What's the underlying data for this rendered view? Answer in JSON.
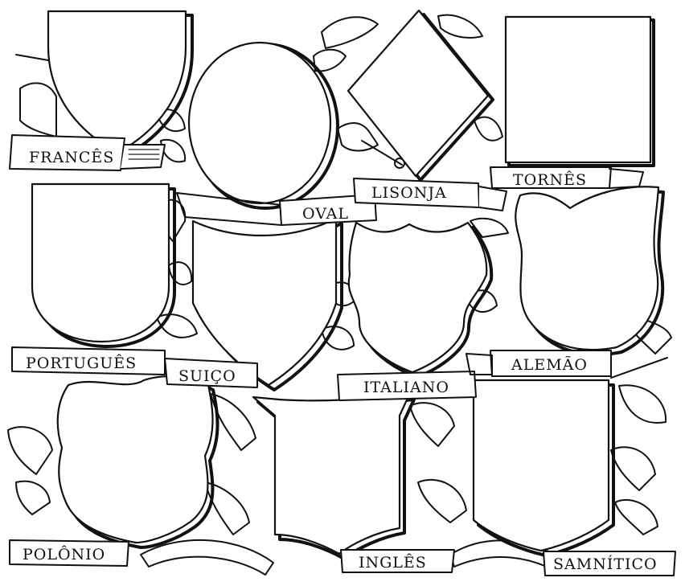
{
  "labels": {
    "frances": "FRANCÊS",
    "oval": "OVAL",
    "lisonja": "LISONJA",
    "tornes": "TORNÊS",
    "portugues": "PORTUGUÊS",
    "suico": "SUIÇO",
    "italiano": "ITALIANO",
    "alemao": "ALEMÃO",
    "polonio": "POLÔNIO",
    "ingles": "INGLÊS",
    "samnitico": "SAMNÍTICO"
  },
  "colors": {
    "ink": "#111111",
    "paper": "#ffffff"
  }
}
